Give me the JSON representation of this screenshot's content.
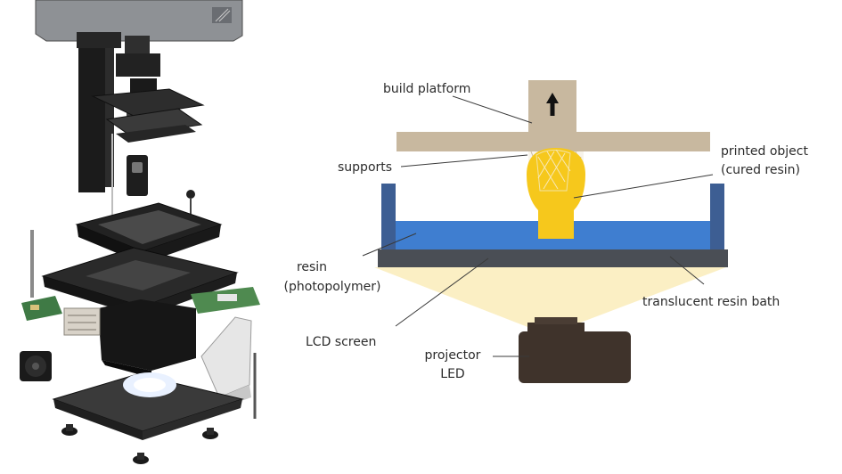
{
  "diagram": {
    "labels": {
      "build_platform": "build platform",
      "supports": "supports",
      "printed_object_line1": "printed object",
      "printed_object_line2": "(cured resin)",
      "resin_line1": "resin",
      "resin_line2": "(photopolymer)",
      "translucent_bath": "translucent resin bath",
      "lcd_screen": "LCD screen",
      "projector_line1": "projector",
      "projector_line2": "LED"
    },
    "colors": {
      "platform": "#c8b89f",
      "vat": "#3d5e93",
      "resin": "#3f7ed0",
      "lcd": "#4a4e55",
      "light": "#fbefc4",
      "object": "#f6c81c",
      "led": "#3f332b"
    },
    "icons": {
      "platform_arrow": "up-arrow-icon"
    }
  }
}
